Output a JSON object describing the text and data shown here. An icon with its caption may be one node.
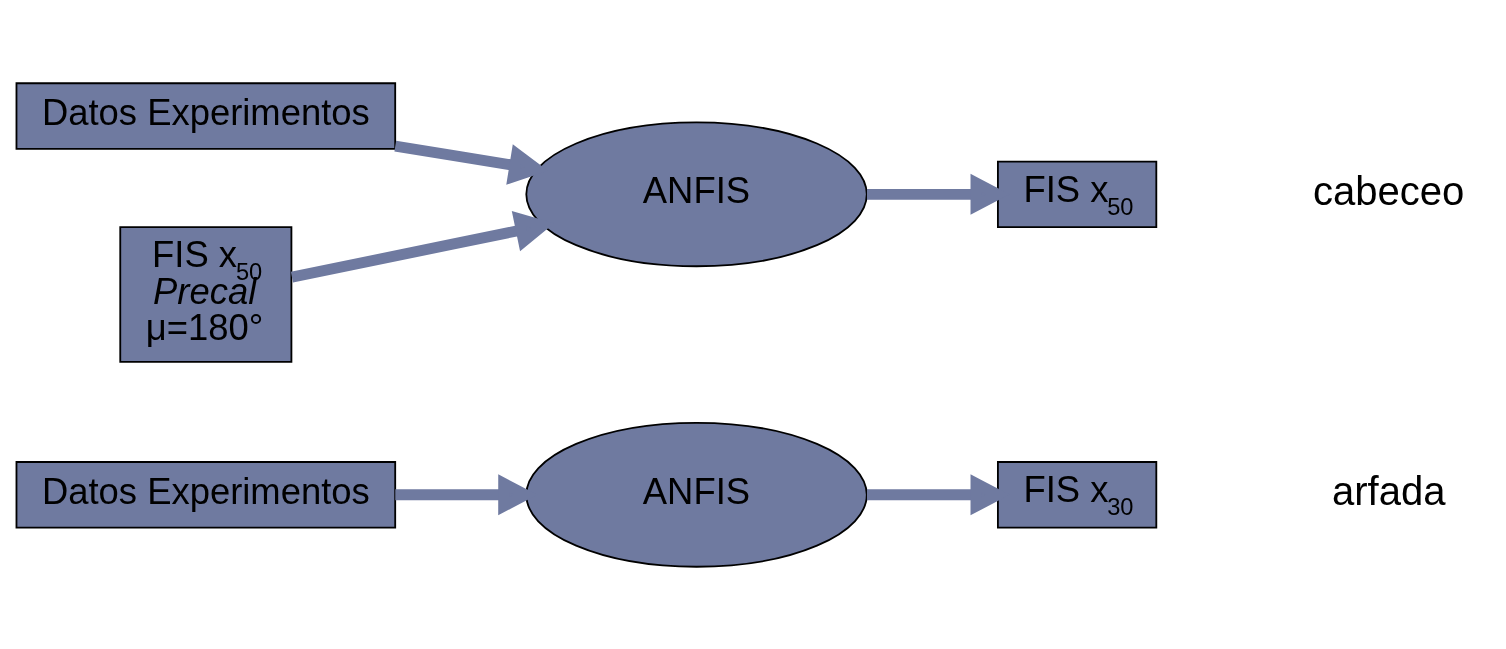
{
  "diagram": {
    "nodes": [
      {
        "text": [
          "Datos Experimentos"
        ]
      },
      {
        "text": [
          "ANFIS"
        ]
      },
      {
        "text": [
          "FIS x$_{30}$"
        ]
      },
      {
        "text": [
          "Datos Experimentos"
        ]
      },
      {
        "text": [
          "ANFIS"
        ]
      },
      {
        "text": [
          "FIS x$_{50}$"
        ]
      },
      {
        "text": [
          "FIS x$_{50}$",
          "Precal",
          "μ=180°"
        ]
      }
    ],
    "edges": [
      {
        "from": 0,
        "to": 1,
        "arrow": "to"
      },
      {
        "from": 1,
        "to": 2,
        "arrow": "to"
      },
      {
        "from": 3,
        "to": 4,
        "arrow": "to"
      },
      {
        "from": 6,
        "to": 4,
        "arrow": "to"
      },
      {
        "from": 4,
        "to": 5,
        "arrow": "to"
      }
    ],
    "labels": [
      "arfada",
      "cabeceo"
    ]
  }
}
